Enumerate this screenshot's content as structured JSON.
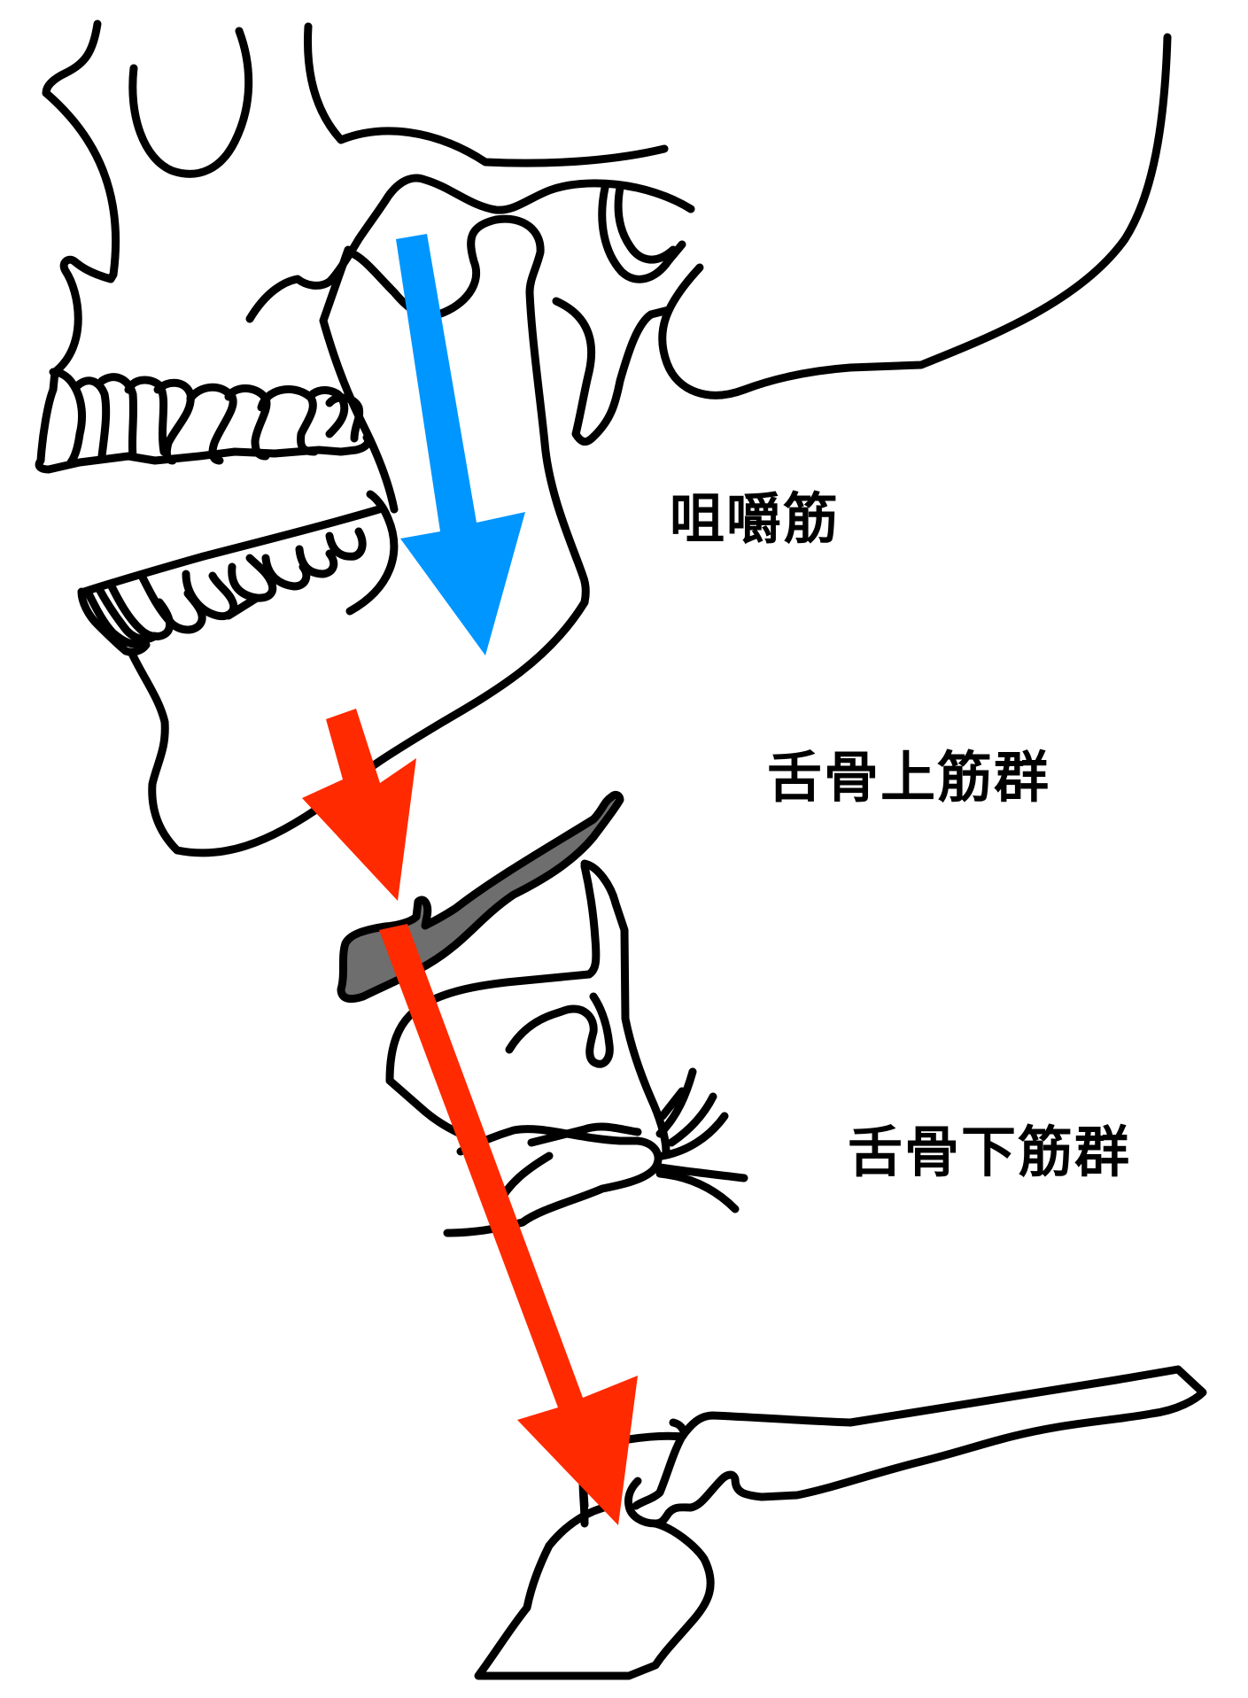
{
  "labels": {
    "masseter": "咀嚼筋",
    "suprahyoid": "舌骨上筋群",
    "infrahyoid": "舌骨下筋群"
  },
  "colors": {
    "outline": "#000000",
    "masseter_arrow": "#0096ff",
    "hyoid_arrows": "#ff2a00",
    "hyoid_bone": "#6e6e6e",
    "background": "#ffffff"
  },
  "icons": {
    "skull": "skull-icon",
    "hyoid": "hyoid-bone-icon",
    "larynx": "larynx-icon",
    "clavicle": "clavicle-icon"
  }
}
